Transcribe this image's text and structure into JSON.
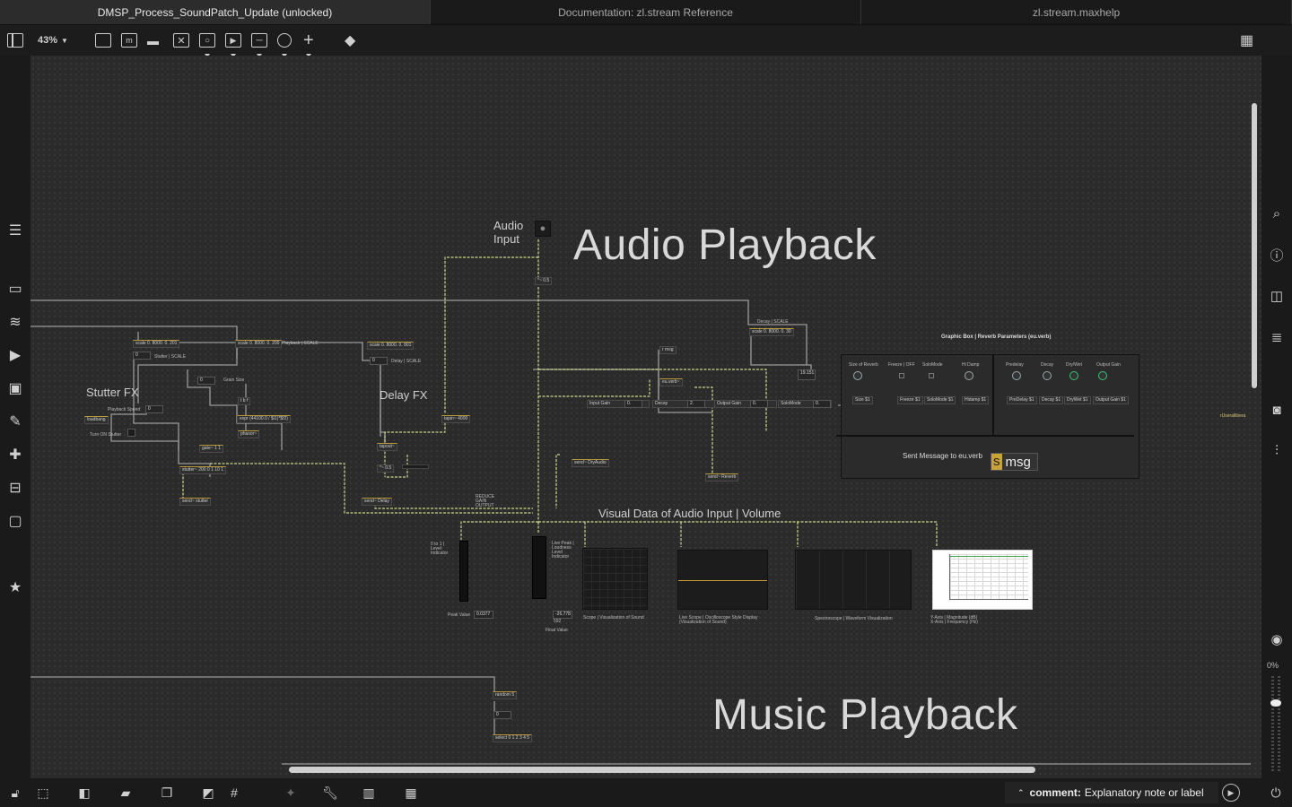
{
  "tabs": [
    {
      "label": "DMSP_Process_SoundPatch_Update (unlocked)",
      "active": true
    },
    {
      "label": "Documentation: zl.stream Reference",
      "active": false
    },
    {
      "label": "zl.stream.maxhelp",
      "active": false
    }
  ],
  "toolbar": {
    "zoom": "43%"
  },
  "canvas": {
    "title_audio": "Audio Playback",
    "title_music": "Music Playback",
    "audio_input_label": "Audio\nInput",
    "stutter_label": "Stutter FX",
    "delay_label": "Delay FX",
    "visual_label": "Visual Data of Audio Input | Volume",
    "reverb_panel_title": "Graphic Box | Reverb Parameters (eu.verb)",
    "sent_message_label": "Sent Message to eu.verb",
    "msg_box": "msg",
    "msg_prefix": "s",
    "reduce_gain": "REDUCE\nGAIN\nOUTPUT",
    "decay_scale": "Decay | SCALE",
    "playback_scale": "Playback | SCALE",
    "stutter_scale": "Stutter | SCALE",
    "delay_scale": "Delay | SCALE",
    "grain_size": "Grain Size",
    "playback_speed": "Playback Speed",
    "turn_on_stutter": "Turn ON Stutter",
    "peak_value": "Peak Value",
    "float_value": "Float Value",
    "level_indicator": "0 to 1 | Level Indicator",
    "live_peak": "Live Peak | Loudness Level Indicator",
    "scope_caption": "Scope | Visualization of Sound",
    "live_scope_caption": "Live Scope | Oscilloscope Style Display (Visualization of Sound)",
    "spectro_caption": "Spectroscope | Waveform Visualization",
    "axis_caption": "Y-Axis | Magnitude (dB)\nX-Axis | Frequency (Hz)",
    "peak_num": "0.0377",
    "float_num": "-26.778",
    "float_num2": "592",
    "decay_num": "19.151",
    "user_label": "rUserallibera"
  },
  "objects": {
    "scale1": "scale 0. 8000. 0. 201",
    "scale2": "scale 0. 8000. 0. 200",
    "scale3": "scale 0. 8000. 0. 801",
    "scale4": "scale 0. 8000. 0. 30",
    "loadbang": "loadbang",
    "expr": "expr (44100.0 / $i1)*$f2)",
    "phasor": "phasor~",
    "gate": "gate~ 1 1",
    "stutter": "stutter~ 200 0 1 10 1",
    "send_stutter": "send~ stutter",
    "tapout": "tapout~",
    "tapin": "tapin~ 4000",
    "send_delay": "send~ Delay",
    "send_dry": "send~ DryAudio",
    "send_reverb": "send~ Reverb",
    "euverb": "eu.verb~",
    "rmsg": "r msg",
    "random": "random 5",
    "select": "select 0 1 2 3 4 5",
    "input_gain": "Input Gain",
    "decay": "Decay",
    "output_gain": "Output Gain",
    "solomode": "SoloMode",
    "mul": "*~ 0.5"
  },
  "reverb_params": [
    "Size of Reverb",
    "Freeze | OFF",
    "SoloMode",
    "Hi Damp",
    "Predelay",
    "Decay",
    "Dry/Wet",
    "Output Gain"
  ],
  "reverb_msgs": [
    "Size $1",
    "Freeze $1",
    "SoloMode $1",
    "Hidamp $1",
    "PreDelay $1",
    "Decay $1",
    "DryWet $1",
    "Output Gain $1"
  ],
  "status": {
    "kind": "comment:",
    "text": "Explanatory note or label"
  },
  "volume": "0%",
  "colors": {
    "patch_cord": "#b9c99a",
    "signal_cord": "#c8d88a",
    "object_bg": "#2f2f2f",
    "canvas_bg": "#2b2b2b",
    "accent": "#e0b23a"
  }
}
